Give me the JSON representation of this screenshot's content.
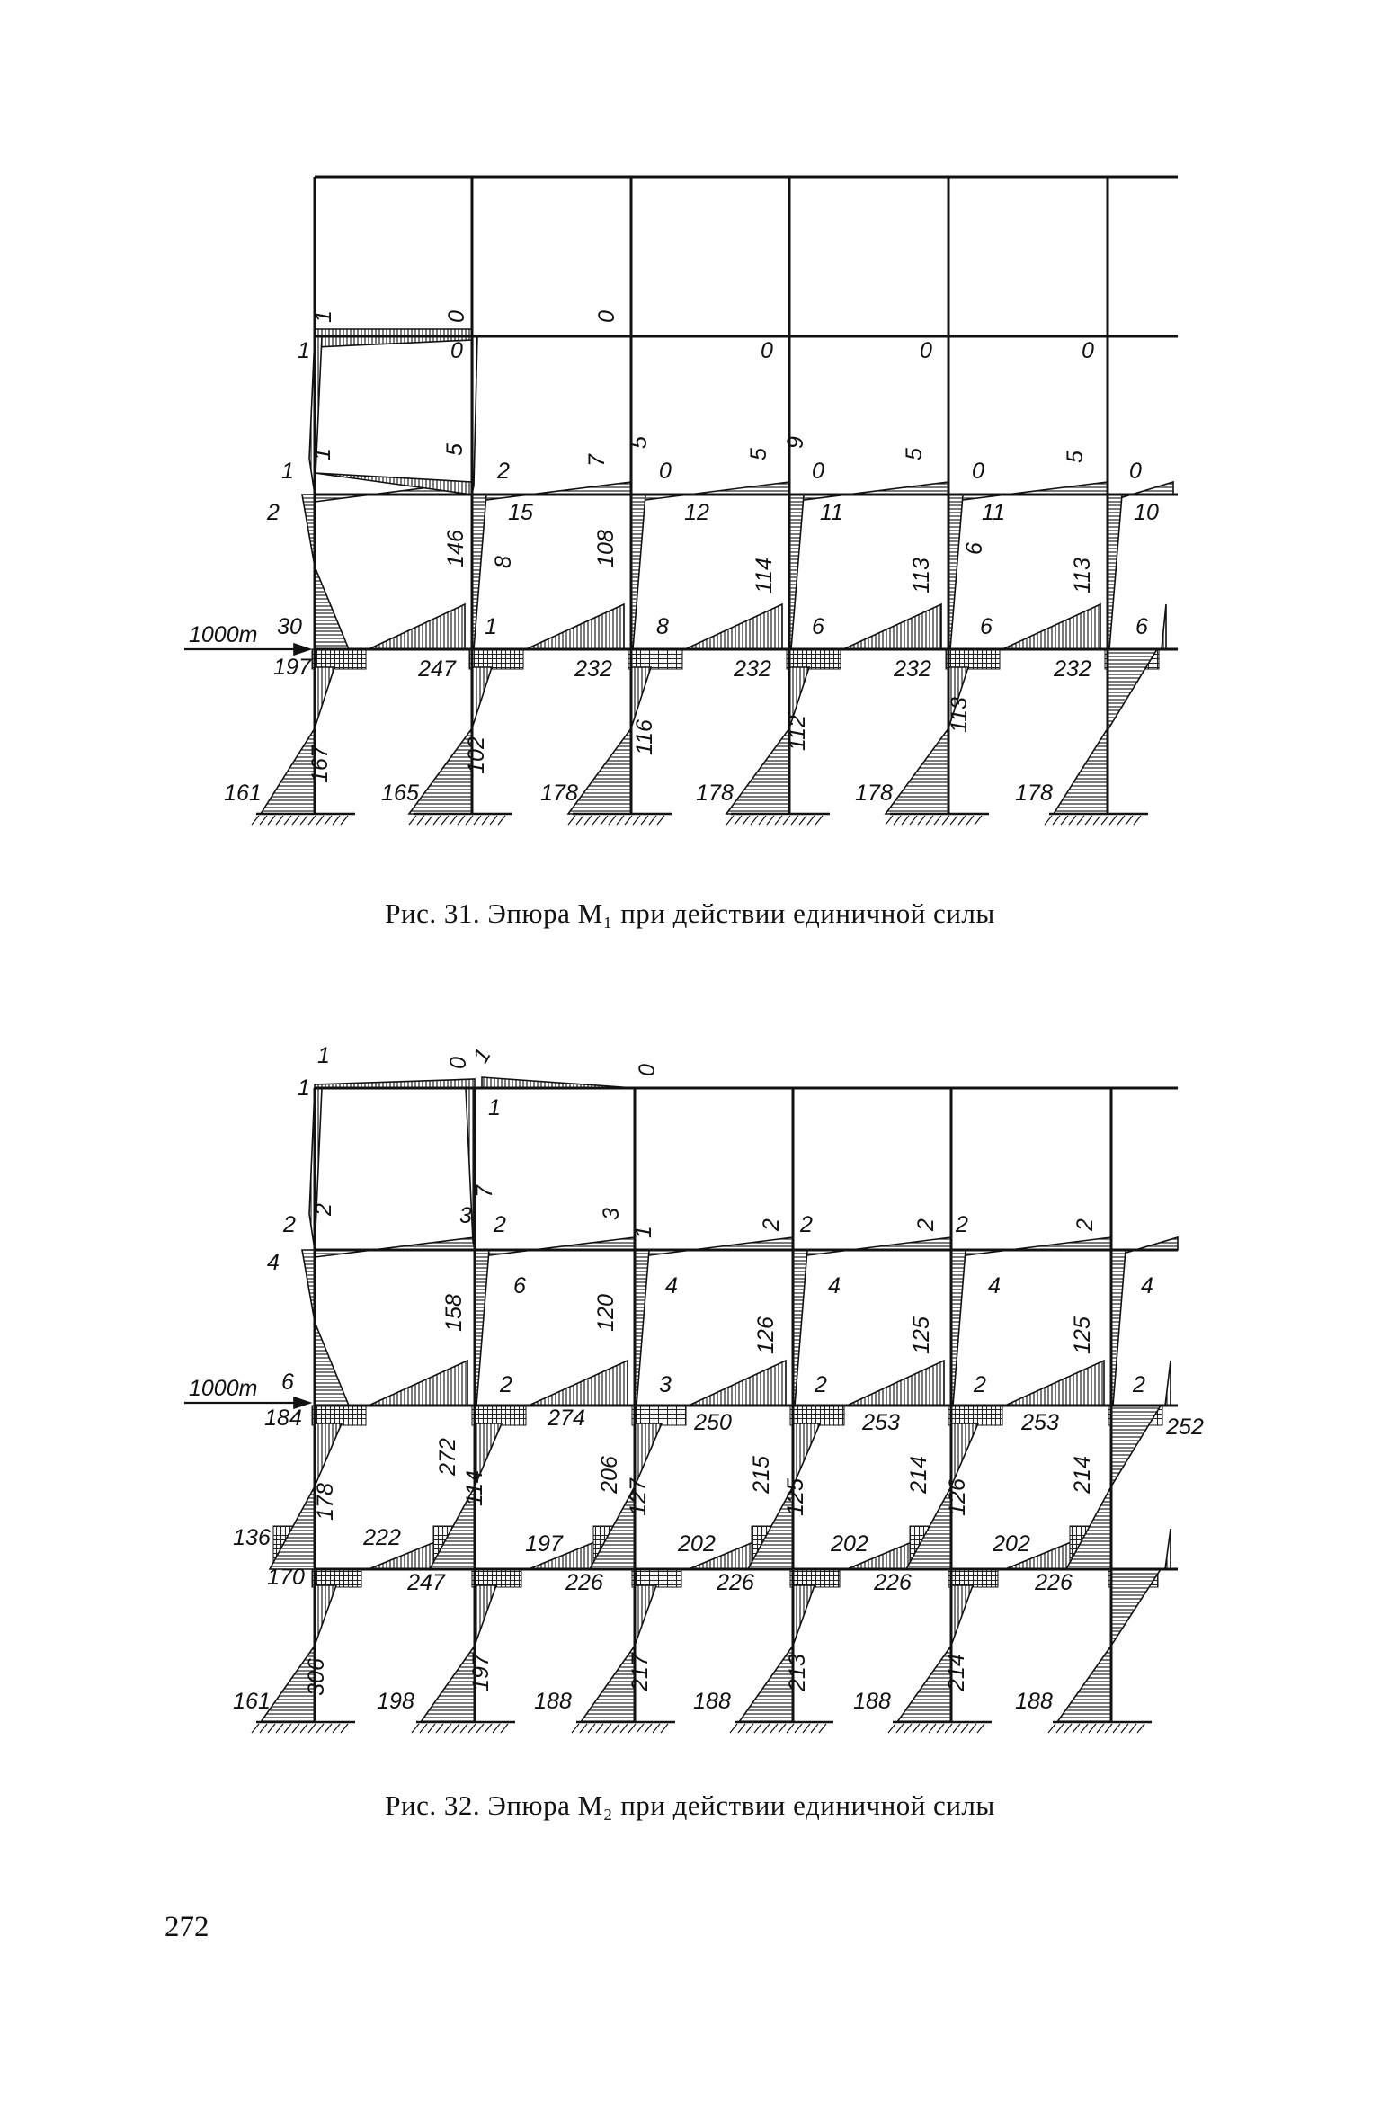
{
  "figures": [
    {
      "caption": "Рис. 31. Эпюра M₁ при действии единичной силы",
      "force_label": "1000т",
      "labels": [
        [
          "1",
          368,
          352,
          -90
        ],
        [
          "0",
          516,
          352,
          -90
        ],
        [
          "0",
          683,
          352,
          -90
        ],
        [
          "1",
          338,
          398,
          0
        ],
        [
          "0",
          508,
          398,
          0
        ],
        [
          "0",
          853,
          398,
          0
        ],
        [
          "0",
          1030,
          398,
          0
        ],
        [
          "0",
          1210,
          398,
          0
        ],
        [
          "1",
          367,
          505,
          -90
        ],
        [
          "5",
          514,
          500,
          -90
        ],
        [
          "5",
          719,
          492,
          -90
        ],
        [
          "9",
          893,
          492,
          -90
        ],
        [
          "1",
          320,
          532,
          0
        ],
        [
          "2",
          560,
          532,
          0
        ],
        [
          "7",
          672,
          512,
          -90
        ],
        [
          "0",
          740,
          532,
          0
        ],
        [
          "5",
          852,
          505,
          -90
        ],
        [
          "0",
          910,
          532,
          0
        ],
        [
          "5",
          1025,
          505,
          -90
        ],
        [
          "0",
          1088,
          532,
          0
        ],
        [
          "5",
          1204,
          508,
          -90
        ],
        [
          "0",
          1263,
          532,
          0
        ],
        [
          "2",
          304,
          578,
          0
        ],
        [
          "15",
          579,
          578,
          0
        ],
        [
          "12",
          775,
          578,
          0
        ],
        [
          "11",
          925,
          578,
          0
        ],
        [
          "11",
          1105,
          578,
          0
        ],
        [
          "10",
          1275,
          578,
          0
        ],
        [
          "146",
          515,
          610,
          -90
        ],
        [
          "8",
          568,
          625,
          -90
        ],
        [
          "108",
          682,
          610,
          -90
        ],
        [
          "114",
          858,
          640,
          -90
        ],
        [
          "113",
          1033,
          640,
          -90
        ],
        [
          "6",
          1092,
          610,
          -90
        ],
        [
          "113",
          1212,
          640,
          -90
        ],
        [
          "30",
          322,
          705,
          0
        ],
        [
          "1",
          546,
          705,
          0
        ],
        [
          "8",
          737,
          705,
          0
        ],
        [
          "6",
          910,
          705,
          0
        ],
        [
          "6",
          1097,
          705,
          0
        ],
        [
          "6",
          1270,
          705,
          0
        ],
        [
          "197",
          325,
          750,
          0
        ],
        [
          "247",
          486,
          752,
          0
        ],
        [
          "232",
          660,
          752,
          0
        ],
        [
          "232",
          837,
          752,
          0
        ],
        [
          "232",
          1015,
          752,
          0
        ],
        [
          "232",
          1193,
          752,
          0
        ],
        [
          "116",
          725,
          820,
          -90
        ],
        [
          "112",
          895,
          815,
          -90
        ],
        [
          "113",
          1075,
          795,
          -90
        ],
        [
          "167",
          364,
          850,
          -90
        ],
        [
          "102",
          538,
          840,
          -90
        ],
        [
          "161",
          270,
          890,
          0
        ],
        [
          "165",
          445,
          890,
          0
        ],
        [
          "178",
          622,
          890,
          0
        ],
        [
          "178",
          795,
          890,
          0
        ],
        [
          "178",
          972,
          890,
          0
        ],
        [
          "178",
          1150,
          890,
          0
        ]
      ]
    },
    {
      "caption": "Рис. 32. Эпюра M₂ при действии единичной силы",
      "force_label": "1000т",
      "labels": [
        [
          "1",
          360,
          1182,
          0
        ],
        [
          "0",
          518,
          1182,
          -90
        ],
        [
          "1",
          543,
          1178,
          -60
        ],
        [
          "0",
          728,
          1190,
          -90
        ],
        [
          "1",
          338,
          1218,
          0
        ],
        [
          "1",
          550,
          1240,
          0
        ],
        [
          "7",
          547,
          1325,
          -90
        ],
        [
          "2",
          368,
          1345,
          -90
        ],
        [
          "3",
          518,
          1360,
          0
        ],
        [
          "3",
          688,
          1350,
          -90
        ],
        [
          "2",
          322,
          1370,
          0
        ],
        [
          "2",
          556,
          1370,
          0
        ],
        [
          "1",
          724,
          1370,
          -90
        ],
        [
          "2",
          866,
          1362,
          -90
        ],
        [
          "2",
          897,
          1370,
          0
        ],
        [
          "2",
          1038,
          1362,
          -90
        ],
        [
          "2",
          1070,
          1370,
          0
        ],
        [
          "2",
          1215,
          1362,
          -90
        ],
        [
          "4",
          304,
          1412,
          0
        ],
        [
          "6",
          578,
          1438,
          0
        ],
        [
          "4",
          747,
          1438,
          0
        ],
        [
          "4",
          928,
          1438,
          0
        ],
        [
          "4",
          1106,
          1438,
          0
        ],
        [
          "4",
          1276,
          1438,
          0
        ],
        [
          "158",
          513,
          1460,
          -90
        ],
        [
          "120",
          682,
          1460,
          -90
        ],
        [
          "126",
          860,
          1485,
          -90
        ],
        [
          "125",
          1033,
          1485,
          -90
        ],
        [
          "125",
          1212,
          1485,
          -90
        ],
        [
          "6",
          320,
          1545,
          0
        ],
        [
          "2",
          563,
          1548,
          0
        ],
        [
          "3",
          740,
          1548,
          0
        ],
        [
          "2",
          913,
          1548,
          0
        ],
        [
          "2",
          1090,
          1548,
          0
        ],
        [
          "2",
          1267,
          1548,
          0
        ],
        [
          "184",
          315,
          1585,
          0
        ],
        [
          "274",
          630,
          1585,
          0
        ],
        [
          "250",
          793,
          1590,
          0
        ],
        [
          "253",
          980,
          1590,
          0
        ],
        [
          "253",
          1157,
          1590,
          0
        ],
        [
          "252",
          1318,
          1595,
          0
        ],
        [
          "272",
          506,
          1620,
          -90
        ],
        [
          "206",
          686,
          1640,
          -90
        ],
        [
          "215",
          855,
          1640,
          -90
        ],
        [
          "214",
          1030,
          1640,
          -90
        ],
        [
          "214",
          1212,
          1640,
          -90
        ],
        [
          "114",
          536,
          1655,
          -90
        ],
        [
          "127",
          718,
          1665,
          -90
        ],
        [
          "125",
          893,
          1665,
          -90
        ],
        [
          "126",
          1073,
          1665,
          -90
        ],
        [
          "178",
          370,
          1670,
          -90
        ],
        [
          "136",
          280,
          1718,
          0
        ],
        [
          "222",
          425,
          1718,
          0
        ],
        [
          "197",
          605,
          1725,
          0
        ],
        [
          "202",
          775,
          1725,
          0
        ],
        [
          "202",
          945,
          1725,
          0
        ],
        [
          "202",
          1125,
          1725,
          0
        ],
        [
          "170",
          318,
          1762,
          0
        ],
        [
          "247",
          474,
          1768,
          0
        ],
        [
          "226",
          650,
          1768,
          0
        ],
        [
          "226",
          818,
          1768,
          0
        ],
        [
          "226",
          993,
          1768,
          0
        ],
        [
          "226",
          1172,
          1768,
          0
        ],
        [
          "306",
          360,
          1865,
          -90
        ],
        [
          "197",
          543,
          1860,
          -90
        ],
        [
          "217",
          720,
          1860,
          -90
        ],
        [
          "213",
          895,
          1860,
          -90
        ],
        [
          "214",
          1072,
          1860,
          -90
        ],
        [
          "161",
          280,
          1900,
          0
        ],
        [
          "198",
          440,
          1900,
          0
        ],
        [
          "188",
          615,
          1900,
          0
        ],
        [
          "188",
          792,
          1900,
          0
        ],
        [
          "188",
          970,
          1900,
          0
        ],
        [
          "188",
          1150,
          1900,
          0
        ]
      ]
    }
  ],
  "page_number": "272"
}
